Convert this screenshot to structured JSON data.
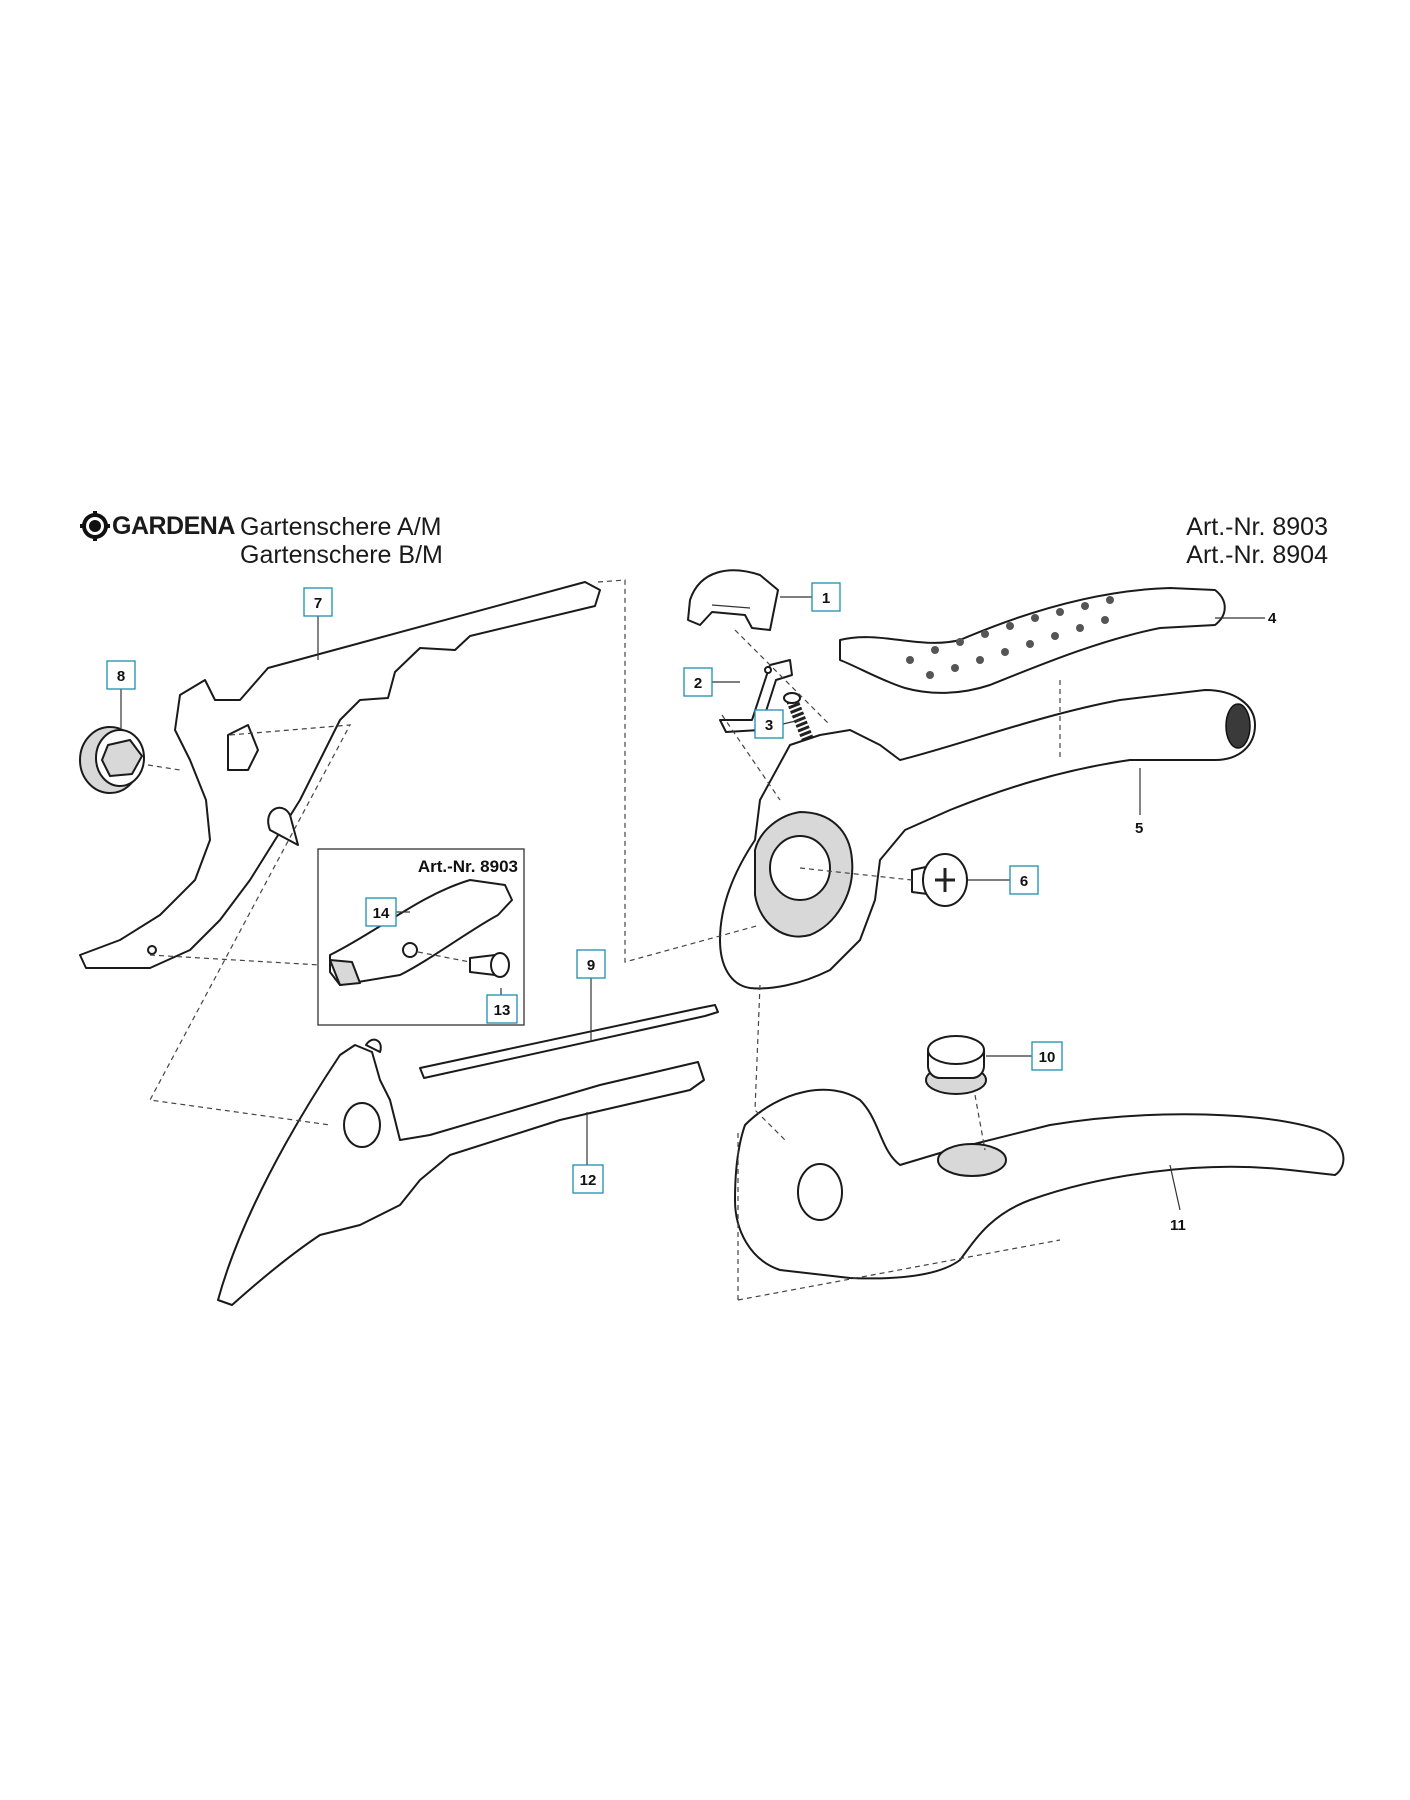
{
  "header": {
    "brand": "GARDENA",
    "title_line1": "Gartenschere A/M",
    "title_line2": "Gartenschere B/M",
    "art_line1": "Art.-Nr. 8903",
    "art_line2": "Art.-Nr. 8904"
  },
  "inset": {
    "title": "Art.-Nr. 8903"
  },
  "callouts": [
    "1",
    "2",
    "3",
    "6",
    "7",
    "8",
    "9",
    "10",
    "12",
    "13",
    "14"
  ],
  "labels": [
    "4",
    "5",
    "11"
  ]
}
